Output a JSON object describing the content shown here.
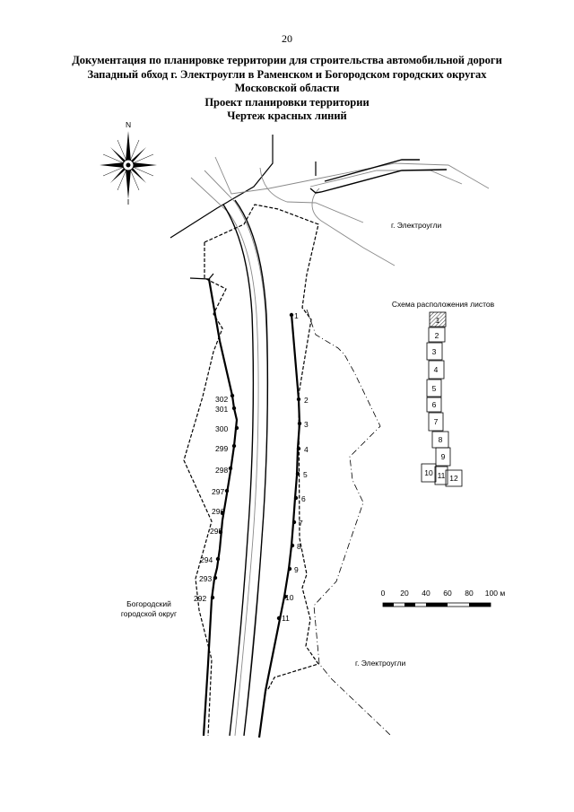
{
  "page_number": "20",
  "title_lines": [
    "Документация по планировке территории для строительства автомобильной дороги",
    "Западный обход г. Электроугли в Раменском и Богородском городских округах",
    "Московской области",
    "Проект планировки территории",
    "Чертеж красных линий"
  ],
  "compass": {
    "north_label": "N"
  },
  "labels": {
    "city_top": "г. Электроугли",
    "city_bottom": "г. Электроугли",
    "district_line1": "Богородский",
    "district_line2": "городской округ"
  },
  "sheet_scheme": {
    "title": "Схема расположения листов",
    "sheets": [
      "1",
      "2",
      "3",
      "4",
      "5",
      "6",
      "7",
      "8",
      "9",
      "10",
      "11",
      "12"
    ],
    "active_sheet": "1"
  },
  "scale_bar": {
    "ticks": [
      "0",
      "20",
      "40",
      "60",
      "80",
      "100 м"
    ]
  },
  "points_left": [
    "302",
    "301",
    "300",
    "299",
    "298",
    "297",
    "296",
    "295",
    "294",
    "293",
    "292"
  ],
  "points_right": [
    "1",
    "2",
    "3",
    "4",
    "5",
    "6",
    "7",
    "8",
    "9",
    "10",
    "11"
  ]
}
